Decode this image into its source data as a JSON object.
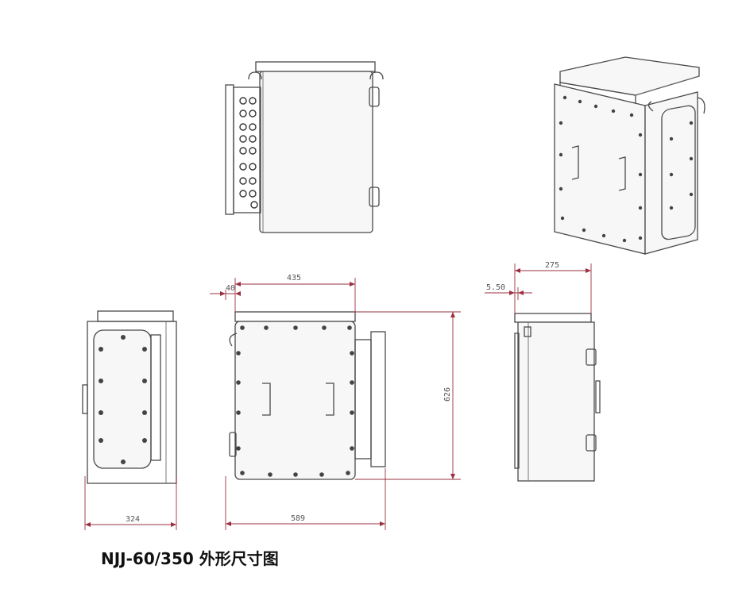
{
  "caption": "NJJ-60/350 外形尺寸图",
  "dimensions": {
    "front_width": "435",
    "front_offset": "40",
    "front_height": "626",
    "front_total_width": "589",
    "side_depth": "275",
    "side_offset": "5.50",
    "left_width": "324"
  },
  "colors": {
    "line": "#4a4a4a",
    "dimension": "#9a3040",
    "text": "#111111"
  }
}
